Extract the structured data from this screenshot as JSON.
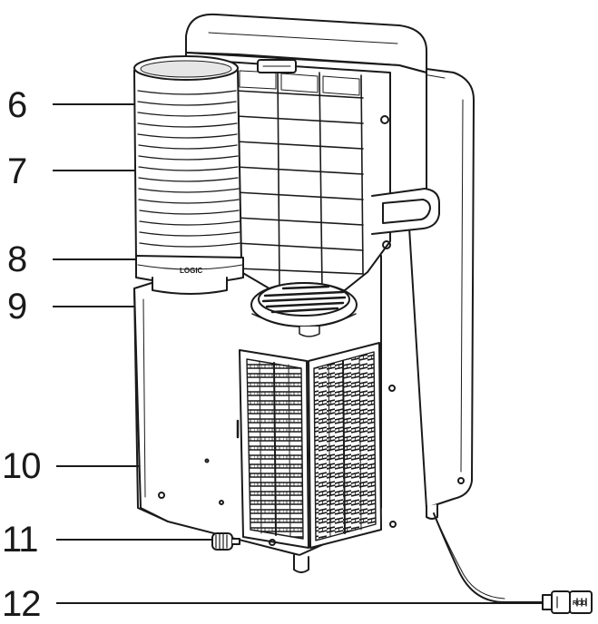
{
  "diagram": {
    "callouts": [
      {
        "number": "6"
      },
      {
        "number": "7"
      },
      {
        "number": "8"
      },
      {
        "number": "9"
      },
      {
        "number": "10"
      },
      {
        "number": "11"
      },
      {
        "number": "12"
      }
    ],
    "hose_brand_text": "LOGIC",
    "plug_text": "RCD",
    "colors": {
      "line": "#1a1a1a",
      "body_fill": "#ffffff",
      "shade": "#d9d9d9"
    }
  }
}
